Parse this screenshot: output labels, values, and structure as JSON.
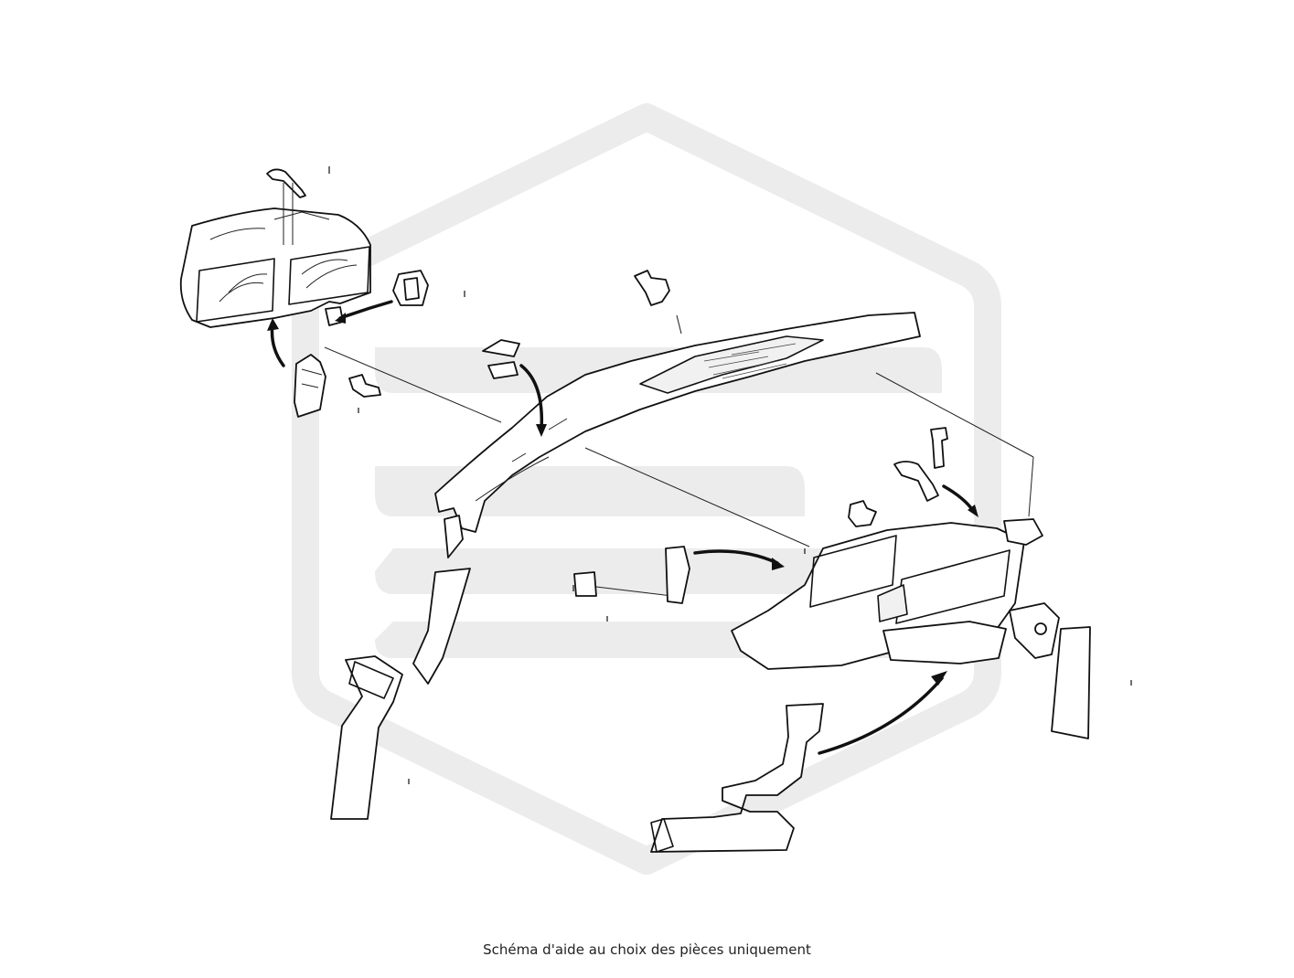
{
  "caption": "Schéma d'aide au choix des pièces uniquement",
  "watermark": {
    "color": "#ececec",
    "icon": "logo-watermark-icon"
  },
  "line_color": "#111111",
  "parts": [
    {
      "id": "front-duct-housing",
      "icon": "duct-housing-icon"
    },
    {
      "id": "cowl-panel",
      "icon": "cowl-panel-icon"
    },
    {
      "id": "rear-duct-housing",
      "icon": "duct-housing-icon"
    },
    {
      "id": "retaining-strap-left",
      "icon": "strap-icon"
    },
    {
      "id": "retaining-strap-right",
      "icon": "strap-icon"
    },
    {
      "id": "grommet",
      "icon": "grommet-icon"
    },
    {
      "id": "push-clip-top",
      "icon": "push-clip-icon"
    },
    {
      "id": "push-clip-left",
      "icon": "push-clip-icon"
    },
    {
      "id": "push-clip-right",
      "icon": "push-clip-icon"
    },
    {
      "id": "screw",
      "icon": "screw-icon"
    },
    {
      "id": "bracket-clip",
      "icon": "bracket-clip-icon"
    },
    {
      "id": "side-bracket",
      "icon": "bracket-icon"
    },
    {
      "id": "connector",
      "icon": "connector-icon"
    },
    {
      "id": "small-clip",
      "icon": "clip-icon"
    },
    {
      "id": "vertical-duct-left",
      "icon": "vertical-duct-icon"
    },
    {
      "id": "vertical-duct-right",
      "icon": "vertical-duct-icon"
    },
    {
      "id": "side-duct",
      "icon": "side-duct-icon"
    },
    {
      "id": "lower-duct",
      "icon": "lower-duct-icon"
    },
    {
      "id": "floor-duct",
      "icon": "floor-duct-icon"
    }
  ]
}
